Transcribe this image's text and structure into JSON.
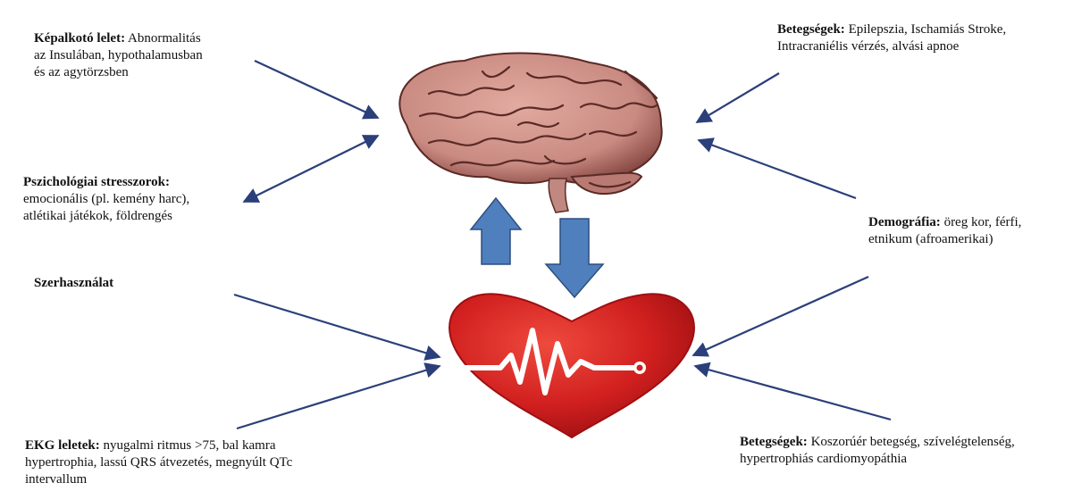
{
  "labels": {
    "imaging": {
      "title": "Képalkotó lelet:",
      "line1": "Abnormalitás",
      "line2": "az Insulában, hypothalamusban",
      "line3": "és az agytörzsben"
    },
    "psych": {
      "title": "Pszichológiai stresszorok:",
      "line1": "emocionális (pl. kemény harc),",
      "line2": "atlétikai játékok, földrengés"
    },
    "substance": {
      "title": "Szerhasználat"
    },
    "ecg": {
      "title": "EKG leletek:",
      "line1": "nyugalmi ritmus >75, bal kamra",
      "line2": "hypertrophia,  lassú QRS átvezetés, megnyúlt QTc",
      "line3": "intervallum"
    },
    "brain_diseases": {
      "title": "Betegségek:",
      "line1": "Epilepszia, Ischamiás Stroke,",
      "line2": "Intracraniélis vérzés, alvási apnoe"
    },
    "demography": {
      "title": "Demográfia:",
      "line1": "öreg kor, férfi,",
      "line2": "etnikum (afroamerikai)"
    },
    "heart_diseases": {
      "title": "Betegségek:",
      "line1": "Koszorúér betegség, szívelégtelenség,",
      "line2": "hypertrophiás cardiomyopáthia"
    }
  },
  "colors": {
    "arrow": "#2b3f7a",
    "block_arrow": "#4f7fbd",
    "block_arrow_edge": "#2c4f80",
    "heart": "#d1201f",
    "heart_dark": "#9e0f12",
    "brain": "#c98b82",
    "brain_fold": "#5a2a26"
  },
  "icons": {
    "brain": "brain-icon",
    "heart": "heart-ecg-icon"
  }
}
